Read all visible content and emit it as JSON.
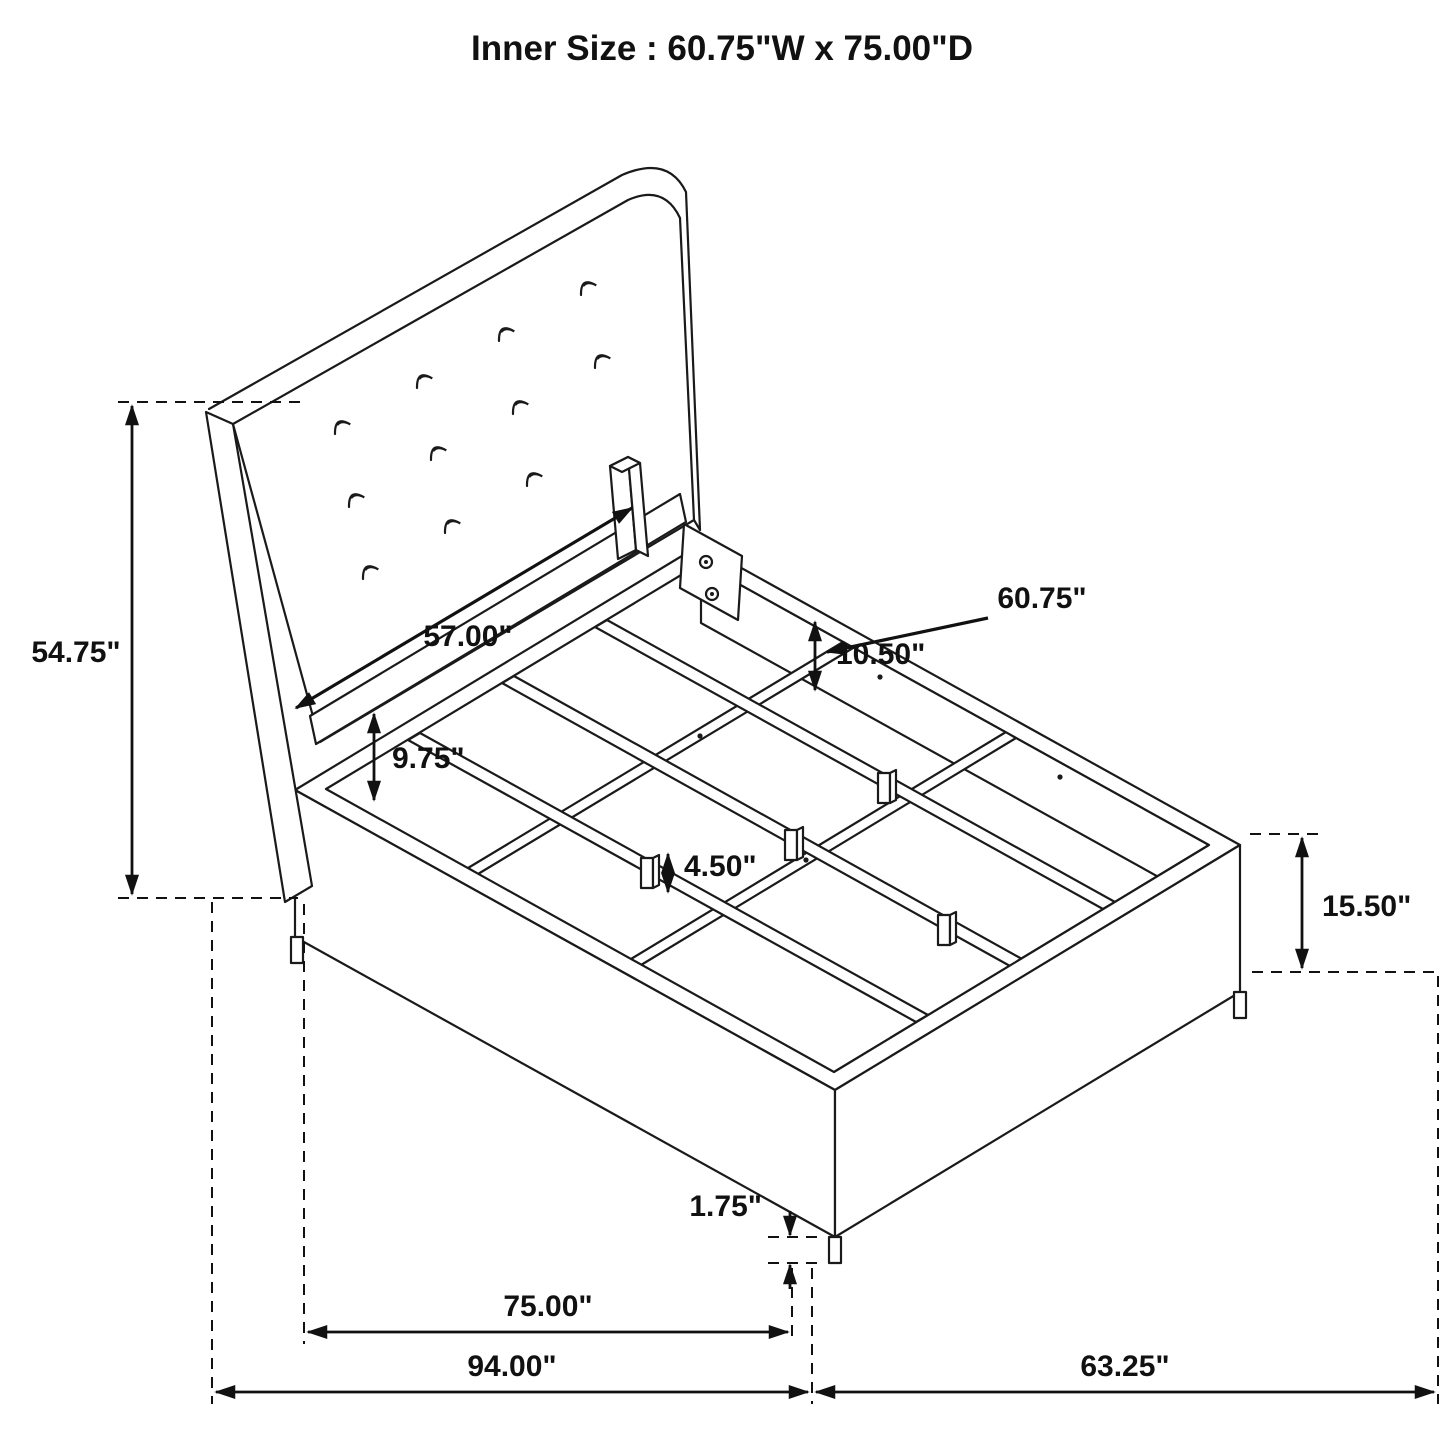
{
  "title": "Inner Size : 60.75\"W x 75.00\"D",
  "dimensions": {
    "headboard_height": "54.75\"",
    "headboard_inner_width": "57.00\"",
    "side_rail_inner_height": "9.75\"",
    "head_rail_height": "10.50\"",
    "slat_inner_width": "60.75\"",
    "center_leg_height": "4.50\"",
    "side_rail_outer_height": "15.50\"",
    "foot_leg_height": "1.75\"",
    "inner_depth": "75.00\"",
    "overall_depth": "94.00\"",
    "overall_width": "63.25\""
  }
}
